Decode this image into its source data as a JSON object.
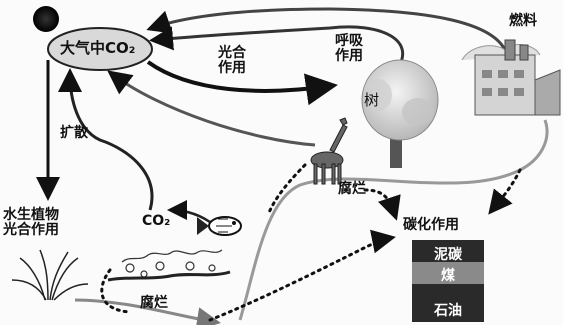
{
  "labels": {
    "atmosphere_co2": "大气中CO₂",
    "photosynthesis": "光合\n作用",
    "respiration": "呼吸\n作用",
    "fuel": "燃料",
    "tree": "树",
    "diffusion": "扩散",
    "aquatic_plants": "水生植物\n光合作用",
    "water_co2": "CO₂",
    "decay_land": "腐烂",
    "decay_water": "腐烂",
    "carbonization": "碳化作用"
  },
  "fossil_fuels": [
    "泥碳",
    "煤",
    "石油"
  ]
}
